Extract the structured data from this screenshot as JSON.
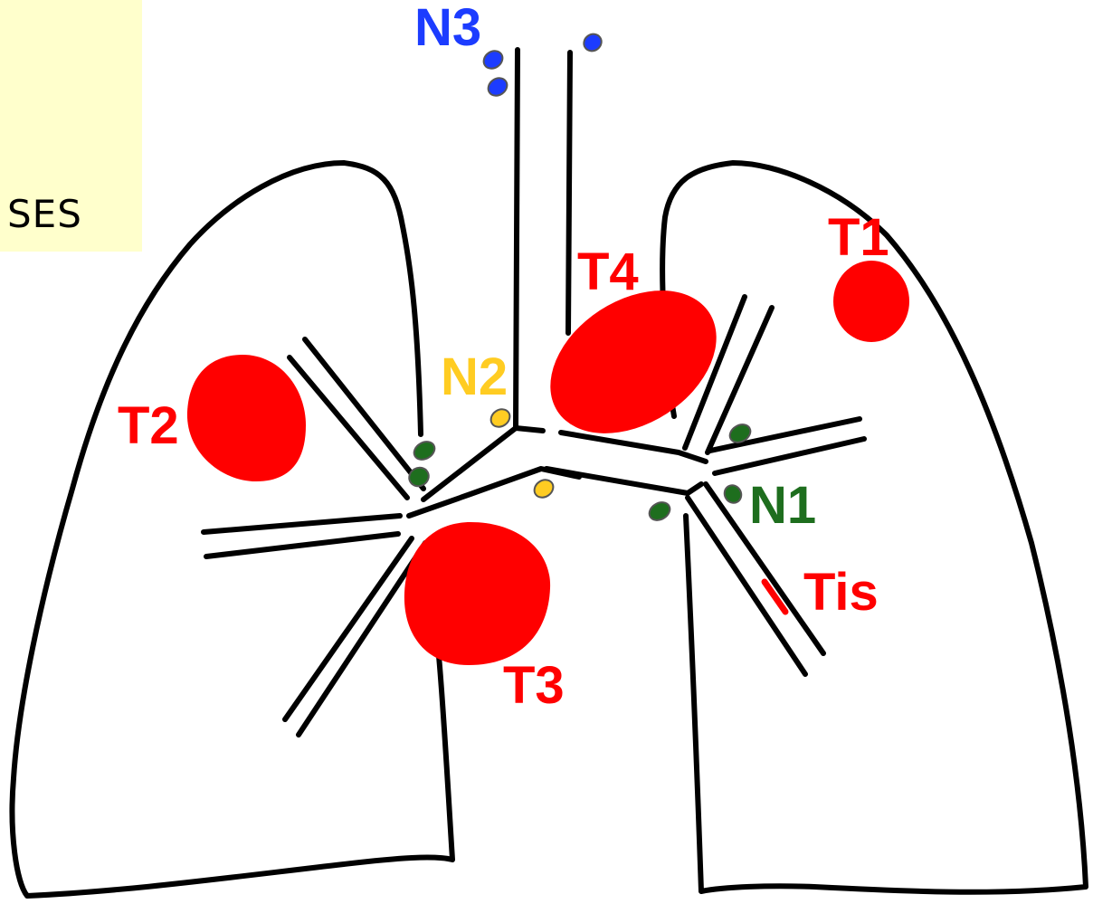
{
  "note": {
    "text": "SES"
  },
  "colors": {
    "outline": "#000000",
    "tumor": "#ff0000",
    "n1": "#1e6e1e",
    "n2": "#ffcc22",
    "n3": "#1c3cff",
    "note_background": "#ffffcc"
  },
  "labels": {
    "n3": "N3",
    "n2": "N2",
    "n1": "N1",
    "t1": "T1",
    "t2": "T2",
    "t3": "T3",
    "t4": "T4",
    "tis": "Tis"
  }
}
